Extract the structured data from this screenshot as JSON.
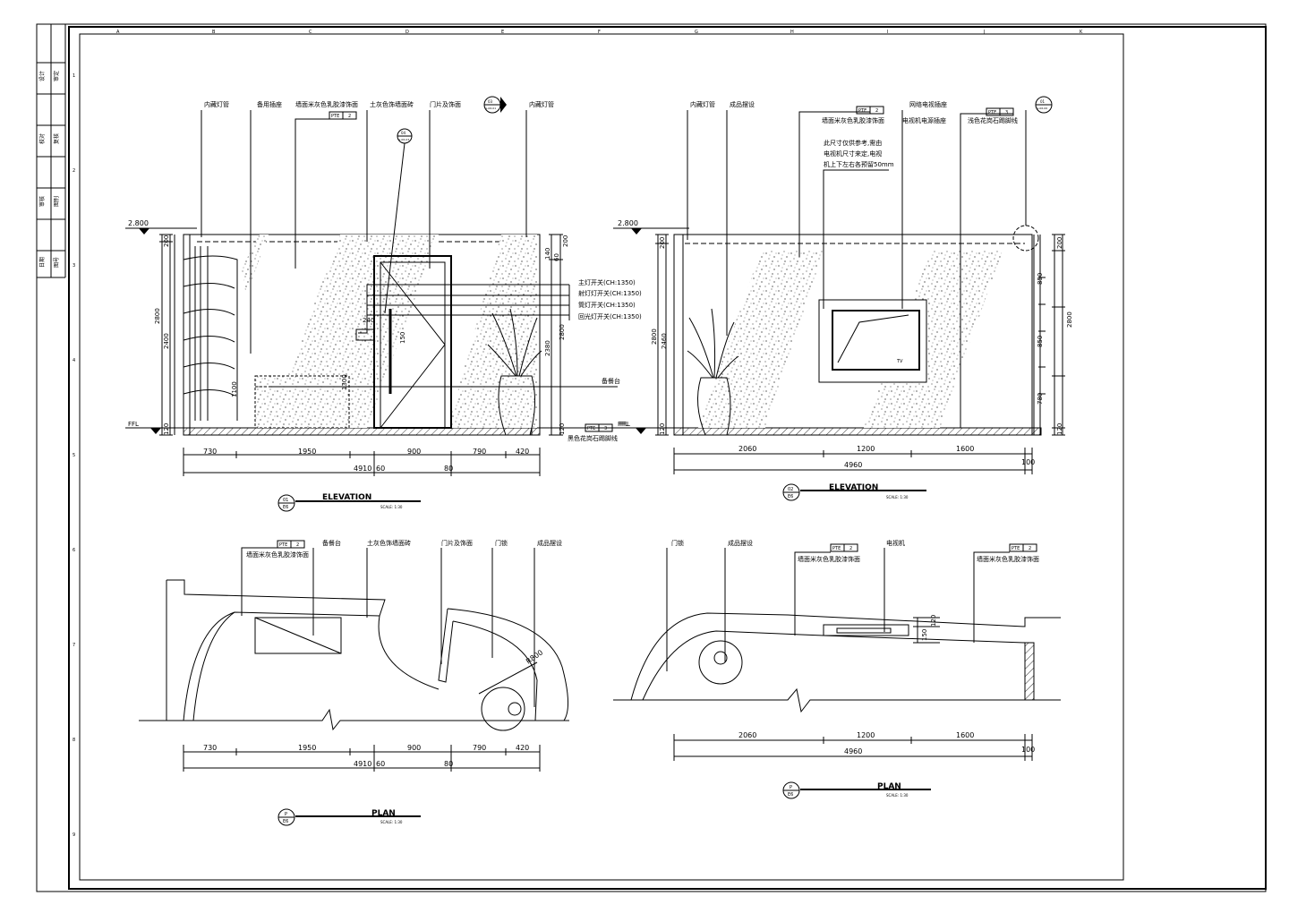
{
  "title_block": {
    "cells": [
      "设计",
      "校对",
      "审核",
      "日期"
    ],
    "values": [
      "审定",
      "复核",
      "图别",
      "图号"
    ]
  },
  "grid": {
    "top_marks": [
      "A",
      "B",
      "C",
      "D",
      "E",
      "F",
      "G",
      "H",
      "I",
      "J",
      "K"
    ],
    "left_marks": [
      "1",
      "2",
      "3",
      "4",
      "5",
      "6",
      "7",
      "8",
      "9"
    ]
  },
  "elevation_left": {
    "level": "2.800",
    "ffl": "FFL",
    "callouts": [
      "内藏灯管",
      "备用插座",
      "墙面米灰色乳胶漆饰面",
      "土灰色饰墙面砖",
      "门片及饰面",
      "内藏灯管"
    ],
    "tag_code": "PTE",
    "tag_num": "2",
    "section_tag_top": "03",
    "section_tag_bottom": "G-06-01",
    "door_tag_top": "04",
    "door_tag_bottom": "G-06-03",
    "switch_labels": [
      "主灯开关(CH:1350)",
      "射灯灯开关(CH:1350)",
      "筒灯开关(CH:1350)",
      "回光灯开关(CH:1350)"
    ],
    "shelf_label": "备餐台",
    "base_label": "黑色花岗石踢脚线",
    "base_tag": "PTE",
    "base_tag_num": "3",
    "left_dims": [
      "200",
      "2400",
      "2800",
      "120"
    ],
    "right_dims": [
      "140",
      "60",
      "200",
      "2380",
      "2800",
      "120"
    ],
    "inner_dims": [
      "240",
      "150",
      "1300",
      "1100"
    ],
    "bottom_dims": [
      "730",
      "1950",
      "900",
      "790",
      "420"
    ],
    "total": "4910",
    "small_dims": [
      "60",
      "80"
    ],
    "view_num": "01",
    "view_sheet": "E6",
    "view_label": "ELEVATION",
    "scale": "SCALE: 1:30"
  },
  "elevation_right": {
    "level": "2.800",
    "ffl": "FFL",
    "callouts": [
      "内藏灯管",
      "成品摆设",
      "墙面米灰色乳胶漆饰面",
      "网络电视插座",
      "电视机电源插座",
      "浅色花岗石踢脚线"
    ],
    "tag_code": "PTE",
    "tag_num": "2",
    "tag3_num": "3",
    "detail_tag_top": "01",
    "detail_tag_bottom": "G-06-06",
    "note_lines": [
      "此尺寸仅供参考,需由",
      "电视机尺寸来定,电视",
      "机上下左右各预留50mm"
    ],
    "tv_label": "TV",
    "left_dims": [
      "200",
      "2460",
      "2800",
      "120"
    ],
    "right_dims": [
      "200",
      "850",
      "850",
      "780",
      "2800",
      "120"
    ],
    "bottom_dims": [
      "2060",
      "1200",
      "1600"
    ],
    "total": "4960",
    "small_dims": [
      "100"
    ],
    "view_num": "02",
    "view_sheet": "E6",
    "view_label": "ELEVATION",
    "scale": "SCALE: 1:30"
  },
  "plan_left": {
    "callouts": [
      "墙面米灰色乳胶漆饰面",
      "备餐台",
      "土灰色饰墙面砖",
      "门片及饰面",
      "门锁",
      "成品摆设"
    ],
    "tag_code": "PTE",
    "tag_num": "2",
    "radius": "R800",
    "bottom_dims": [
      "730",
      "1950",
      "900",
      "790",
      "420"
    ],
    "total": "4910",
    "small_dims": [
      "60",
      "80"
    ],
    "view_num": "P",
    "view_sheet": "E6",
    "view_label": "PLAN",
    "scale": "SCALE: 1:30"
  },
  "plan_right": {
    "callouts": [
      "门锁",
      "成品摆设",
      "墙面米灰色乳胶漆饰面",
      "电视机",
      "墙面米灰色乳胶漆饰面"
    ],
    "tag_code": "PTE",
    "tag_num": "2",
    "side_dims": [
      "150",
      "120"
    ],
    "bottom_dims": [
      "2060",
      "1200",
      "1600"
    ],
    "total": "4960",
    "small_dims": [
      "100"
    ],
    "view_num": "P",
    "view_sheet": "E6",
    "view_label": "PLAN",
    "scale": "SCALE: 1:30"
  }
}
